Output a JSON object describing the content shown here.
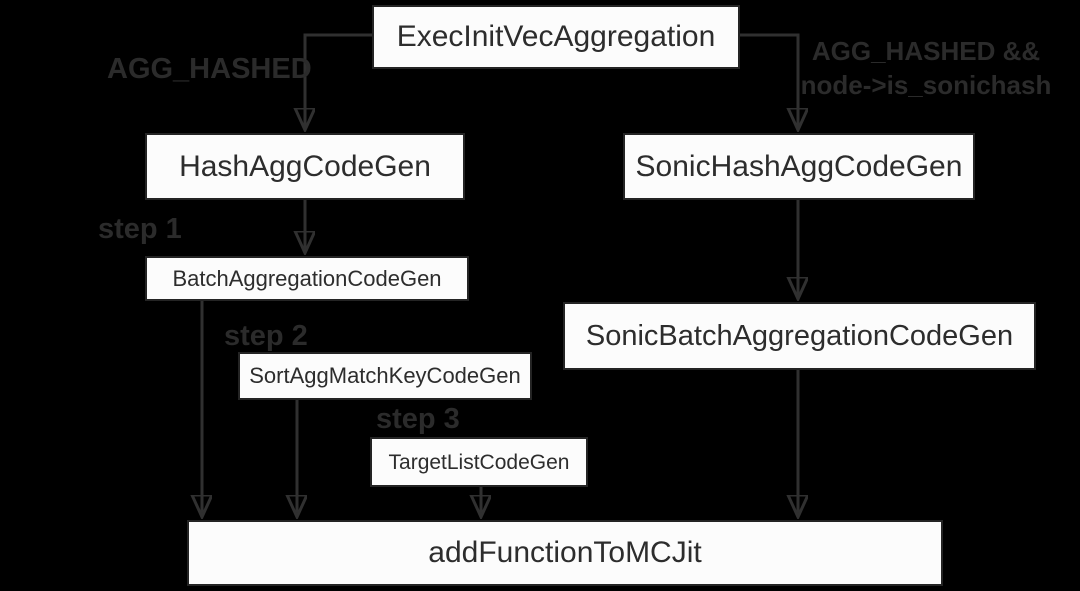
{
  "diagram": {
    "background_color": "#000000",
    "arrow_color": "#303030",
    "label_color": "#2b2b2b",
    "node_style": {
      "fill": "#fcfcfc",
      "border_color": "#242424",
      "text_color": "#2d2d2d"
    },
    "nodes": [
      {
        "id": "exec-init-vec-aggregation",
        "label": "ExecInitVecAggregation"
      },
      {
        "id": "hash-agg-code-gen",
        "label": "HashAggCodeGen"
      },
      {
        "id": "sonic-hash-agg-code-gen",
        "label": "SonicHashAggCodeGen"
      },
      {
        "id": "batch-aggregation-code-gen",
        "label": "BatchAggregationCodeGen"
      },
      {
        "id": "sonic-batch-aggregation-code-gen",
        "label": "SonicBatchAggregationCodeGen"
      },
      {
        "id": "sort-agg-match-key-code-gen",
        "label": "SortAggMatchKeyCodeGen"
      },
      {
        "id": "target-list-code-gen",
        "label": "TargetListCodeGen"
      },
      {
        "id": "add-function-to-mcjit",
        "label": "addFunctionToMCJit"
      }
    ],
    "edge_labels": [
      {
        "id": "condition-left",
        "text": "AGG_HASHED"
      },
      {
        "id": "condition-right-line1",
        "text": "AGG_HASHED &&"
      },
      {
        "id": "condition-right-line2",
        "text": "node->is_sonichash"
      },
      {
        "id": "step-1",
        "text": "step 1"
      },
      {
        "id": "step-2",
        "text": "step 2"
      },
      {
        "id": "step-3",
        "text": "step 3"
      }
    ],
    "edges": [
      {
        "from": "ExecInitVecAggregation",
        "to": "HashAggCodeGen",
        "condition": "AGG_HASHED"
      },
      {
        "from": "ExecInitVecAggregation",
        "to": "SonicHashAggCodeGen",
        "condition": "AGG_HASHED && node->is_sonichash"
      },
      {
        "from": "HashAggCodeGen",
        "to": "BatchAggregationCodeGen",
        "condition": "step 1"
      },
      {
        "from": "SonicHashAggCodeGen",
        "to": "SonicBatchAggregationCodeGen",
        "condition": ""
      },
      {
        "from": "BatchAggregationCodeGen",
        "to": "addFunctionToMCJit",
        "condition": ""
      },
      {
        "from": "SortAggMatchKeyCodeGen",
        "to": "addFunctionToMCJit",
        "condition": ""
      },
      {
        "from": "TargetListCodeGen",
        "to": "addFunctionToMCJit",
        "condition": ""
      },
      {
        "from": "SonicBatchAggregationCodeGen",
        "to": "addFunctionToMCJit",
        "condition": ""
      }
    ]
  }
}
